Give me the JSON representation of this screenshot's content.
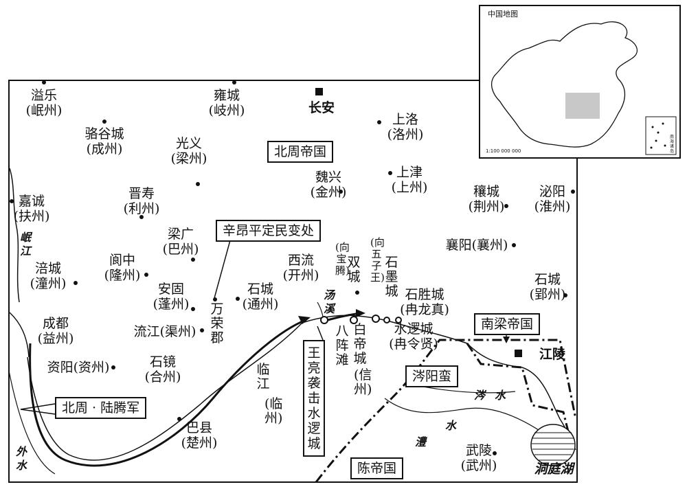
{
  "inset": {
    "title": "中国地图",
    "scale": "1:100 000 000",
    "sea_label": "南海诸岛"
  },
  "capital": "长安",
  "states": {
    "northern_zhou": "北周帝国",
    "southern_liang": "南梁帝国",
    "chen": "陈帝国",
    "lingyang_man": "涔阳蛮"
  },
  "callouts": {
    "rebellion": "辛昂平定民变处",
    "lu_teng_army": "北周 · 陆腾军",
    "wang_liang": "王亮袭击水逻城"
  },
  "places": {
    "yile": "溢乐",
    "yile_zhou": "(岷州)",
    "yongcheng": "雍城",
    "yongcheng_zhou": "(岐州)",
    "luogu": "骆谷城",
    "luogu_zhou": "(成州)",
    "guangyi": "光义",
    "guangyi_zhou": "(梁州)",
    "shangluo": "上洛",
    "shangluo_zhou": "(洛州)",
    "weixing": "魏兴",
    "weixing_zhou": "(金州)",
    "shangjin": "上津",
    "shangjin_zhou": "(上州)",
    "jincheng": "嘉诚",
    "jincheng_zhou": "(扶州)",
    "jinshou": "晋寿",
    "jinshou_zhou": "(利州)",
    "lianggong": "梁广",
    "lianggong_zhou": "(巴州)",
    "jicheng": "穰城",
    "jicheng_zhou": "(荆州)",
    "biyang": "泌阳",
    "biyang_zhou": "(淮州)",
    "peicheng": "涪城",
    "peicheng_zhou": "(潼州)",
    "langzhong": "阆中",
    "langzhong_zhou": "(隆州)",
    "angu": "安固",
    "angu_zhou": "(蓬州)",
    "wanrong": "万荣郡",
    "shicheng_tong": "石城",
    "shicheng_tong_zhou": "(通州)",
    "xiliu": "西流",
    "xiliu_zhou": "(开州)",
    "xiangyang": "襄阳(襄州)",
    "shicheng_ying": "石城",
    "shicheng_ying_zhou": "(郢州)",
    "chengdu": "成都",
    "chengdu_zhou": "(益州)",
    "liujiang": "流江(渠州)",
    "ziyang": "资阳(资州)",
    "shijing": "石镜",
    "shijing_zhou": "(合州)",
    "linjiang": "临江",
    "linjiang_zhou": "(临州)",
    "baxian": "巴县",
    "baxian_zhou": "(楚州)",
    "shuangcheng": "双城",
    "shuangcheng_note": "(向宝腾)",
    "shimocheng": "石墨城",
    "shimocheng_note": "(向五子王)",
    "shishengcheng": "石胜城",
    "shishengcheng_note": "(冉龙真)",
    "shuiluocheng": "水逻城",
    "shuiluocheng_note": "(冉令贤)",
    "bazhentan": "八阵滩",
    "baidicheng": "白帝城",
    "baidicheng_zhou": "(信州)",
    "jiangling": "江陵",
    "wuling": "武陵",
    "wuling_zhou": "(武州)",
    "dongtinghu": "洞庭湖"
  },
  "rivers": {
    "minjiang": "岷江",
    "tangxi": "汤溪",
    "waishui": "外水",
    "lishui": "澧水",
    "censhui": "涔水"
  }
}
